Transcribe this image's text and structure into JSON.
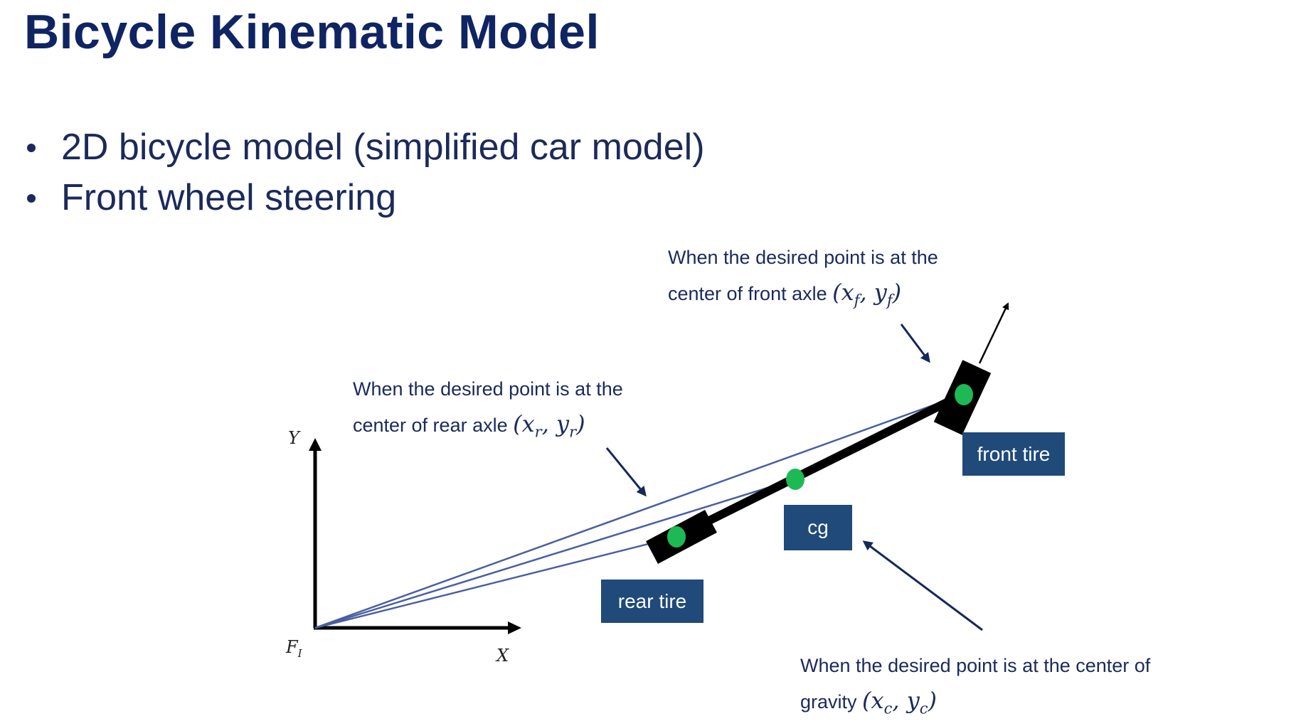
{
  "slide": {
    "title": "Bicycle Kinematic Model",
    "bullets": [
      "2D bicycle model (simplified car model)",
      "Front wheel steering"
    ]
  },
  "notes": {
    "front_axle": {
      "line1": "When the desired point is at the",
      "line2": "center of front axle",
      "math_open": "(",
      "var1": "x",
      "sub1": "f",
      "sep": ", ",
      "var2": "y",
      "sub2": "f",
      "math_close": ")"
    },
    "rear_axle": {
      "line1": "When the desired point is at the",
      "line2": "center of rear axle",
      "math_open": "(",
      "var1": "x",
      "sub1": "r",
      "sep": ", ",
      "var2": "y",
      "sub2": "r",
      "math_close": ")"
    },
    "center_of_gravity": {
      "line1": "When the desired point is at the center of",
      "line2": "gravity",
      "math_open": "(",
      "var1": "x",
      "sub1": "c",
      "sep": ", ",
      "var2": "y",
      "sub2": "c",
      "math_close": ")"
    }
  },
  "labels": {
    "front_tire": "front tire",
    "cg": "cg",
    "rear_tire": "rear tire"
  },
  "axes": {
    "y": "Y",
    "x": "X",
    "frame_main": "F",
    "frame_sub": "I"
  },
  "colors": {
    "title": "#0f2462",
    "text": "#1b2a5a",
    "tag_bg": "#1f4a79",
    "point": "#1db954",
    "ray": "#4a5fa0"
  }
}
